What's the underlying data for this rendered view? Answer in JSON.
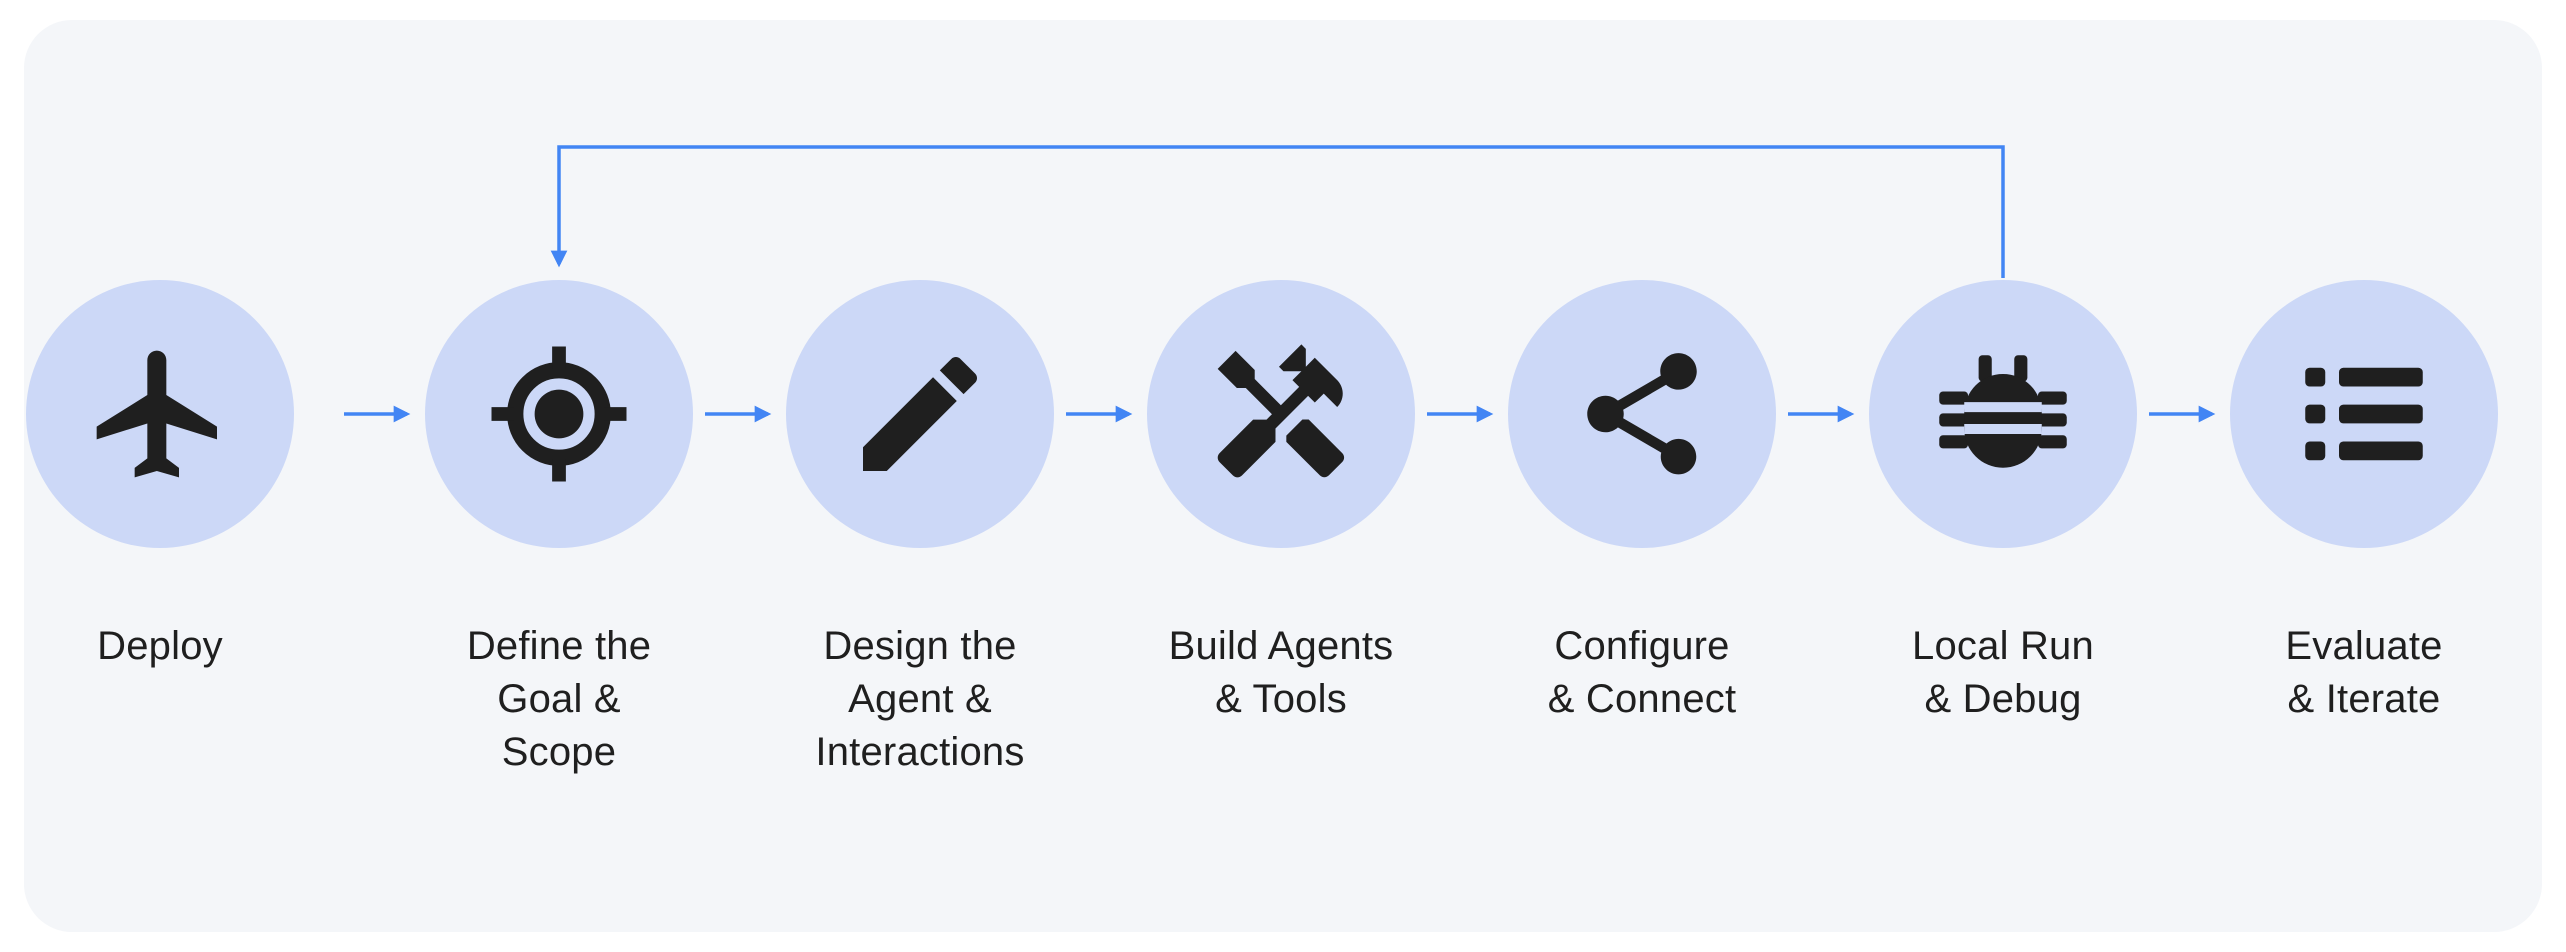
{
  "diagram": {
    "steps": [
      {
        "label": "Define the\nGoal &\nScope",
        "icon": "target-icon"
      },
      {
        "label": "Design the\nAgent &\nInteractions",
        "icon": "pencil-icon"
      },
      {
        "label": "Build Agents\n& Tools",
        "icon": "tools-icon"
      },
      {
        "label": "Configure\n& Connect",
        "icon": "share-icon"
      },
      {
        "label": "Local Run\n& Debug",
        "icon": "bug-icon"
      },
      {
        "label": "Evaluate\n& Iterate",
        "icon": "list-icon"
      },
      {
        "label": "Deploy",
        "icon": "airplane-icon"
      }
    ],
    "feedback_loop": {
      "from": "Evaluate & Iterate",
      "to": "Design the Agent & Interactions"
    },
    "colors": {
      "page_background": "#ffffff",
      "card_background": "#f4f6f9",
      "circle_fill": "#ccd8f7",
      "icon": "#1f1f1f",
      "arrow": "#4285f4",
      "label_text": "#1f1f1f"
    }
  }
}
